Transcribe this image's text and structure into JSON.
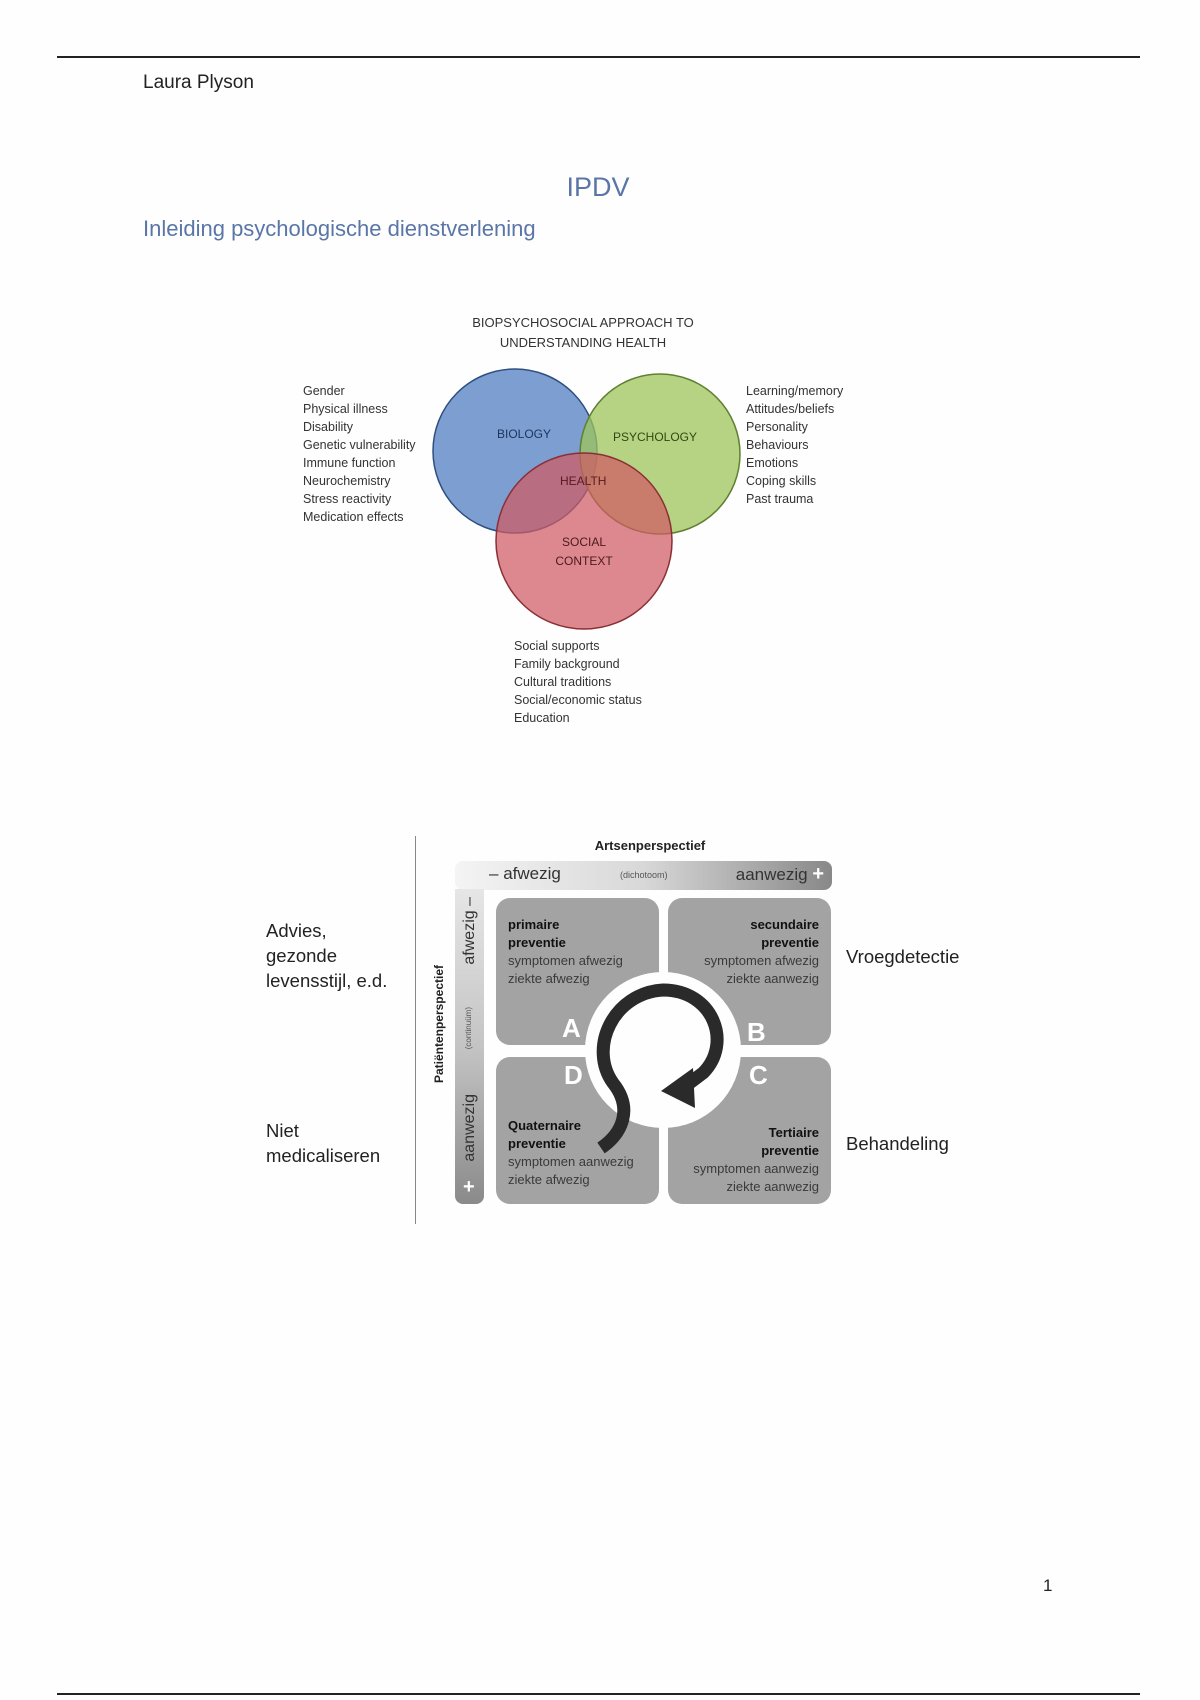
{
  "header": {
    "author": "Laura Plyson"
  },
  "document": {
    "title": "IPDV",
    "subtitle": "Inleiding psychologische dienstverlening",
    "page_number": "1"
  },
  "venn": {
    "title_line1": "BIOPSYCHOSOCIAL APPROACH TO",
    "title_line2": "UNDERSTANDING HEALTH",
    "circles": {
      "biology": "BIOLOGY",
      "psychology": "PSYCHOLOGY",
      "health": "HEALTH",
      "social_line1": "SOCIAL",
      "social_line2": "CONTEXT"
    },
    "colors": {
      "biology": "#5b86c6",
      "psychology": "#9dc45a",
      "social": "#d05a63"
    },
    "biology_factors": [
      "Gender",
      "Physical illness",
      "Disability",
      "Genetic vulnerability",
      "Immune function",
      "Neurochemistry",
      "Stress reactivity",
      "Medication effects"
    ],
    "psychology_factors": [
      "Learning/memory",
      "Attitudes/beliefs",
      "Personality",
      "Behaviours",
      "Emotions",
      "Coping skills",
      "Past trauma"
    ],
    "social_factors": [
      "Social supports",
      "Family background",
      "Cultural traditions",
      "Social/economic status",
      "Education"
    ]
  },
  "prevention": {
    "top_axis_title": "Artsenperspectief",
    "top_minus": "afwezig",
    "top_middle": "(dichotoom)",
    "top_plus": "aanwezig",
    "left_axis_title": "Patiëntenperspectief",
    "left_minus": "afwezig",
    "left_middle": "(continuüm)",
    "left_plus": "aanwezig",
    "quadrants": {
      "A": {
        "letter": "A",
        "title1": "primaire",
        "title2": "preventie",
        "line1": "symptomen afwezig",
        "line2": "ziekte afwezig"
      },
      "B": {
        "letter": "B",
        "title1": "secundaire",
        "title2": "preventie",
        "line1": "symptomen afwezig",
        "line2": "ziekte aanwezig"
      },
      "C": {
        "letter": "C",
        "title1": "Tertiaire",
        "title2": "preventie",
        "line1": "symptomen aanwezig",
        "line2": "ziekte aanwezig"
      },
      "D": {
        "letter": "D",
        "title1": "Quaternaire",
        "title2": "preventie",
        "line1": "symptomen aanwezig",
        "line2": "ziekte afwezig"
      }
    },
    "left_labels": {
      "top": [
        "Advies,",
        "gezonde",
        "levensstijl, e.d."
      ],
      "bottom": [
        "Niet",
        "medicaliseren"
      ]
    },
    "right_labels": {
      "top": "Vroegdetectie",
      "bottom": "Behandeling"
    }
  }
}
